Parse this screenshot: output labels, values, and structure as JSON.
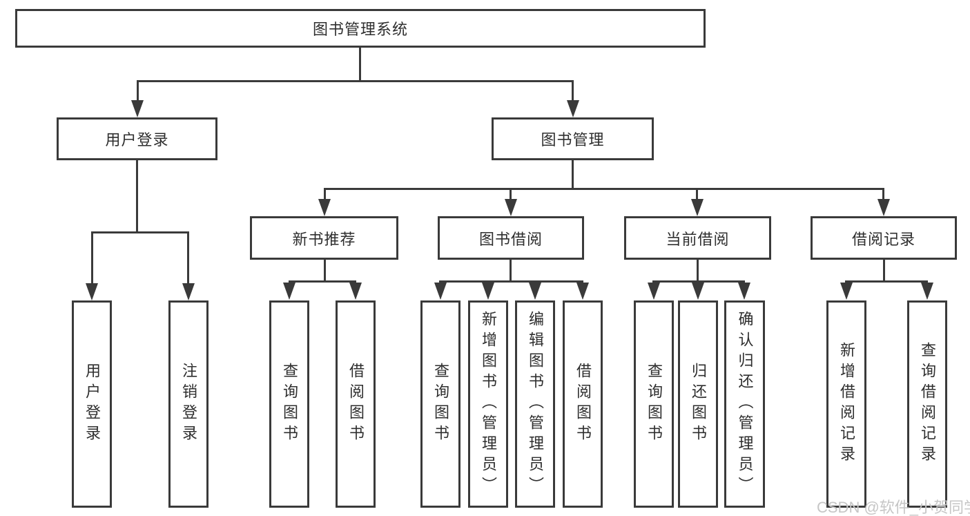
{
  "tree": {
    "root": {
      "label": "图书管理系统"
    },
    "branches": [
      {
        "label": "用户登录",
        "children": [
          {
            "label": "用户登录"
          },
          {
            "label": "注销登录"
          }
        ]
      },
      {
        "label": "图书管理",
        "children": [
          {
            "label": "新书推荐",
            "children": [
              {
                "label": "查询图书"
              },
              {
                "label": "借阅图书"
              }
            ]
          },
          {
            "label": "图书借阅",
            "children": [
              {
                "label": "查询图书"
              },
              {
                "label": "新增图书（管理员）"
              },
              {
                "label": "编辑图书（管理员）"
              },
              {
                "label": "借阅图书"
              }
            ]
          },
          {
            "label": "当前借阅",
            "children": [
              {
                "label": "查询图书"
              },
              {
                "label": "归还图书"
              },
              {
                "label": "确认归还（管理员）"
              }
            ]
          },
          {
            "label": "借阅记录",
            "children": [
              {
                "label": "新增借阅记录"
              },
              {
                "label": "查询借阅记录"
              }
            ]
          }
        ]
      }
    ]
  },
  "watermark": "CSDN @软件_小贺同学",
  "colors": {
    "line": "#3a3a3a",
    "text": "#2e2e2e",
    "box_fill": "#ffffff",
    "watermark": "#c6c6c6",
    "background": "#ffffff"
  }
}
